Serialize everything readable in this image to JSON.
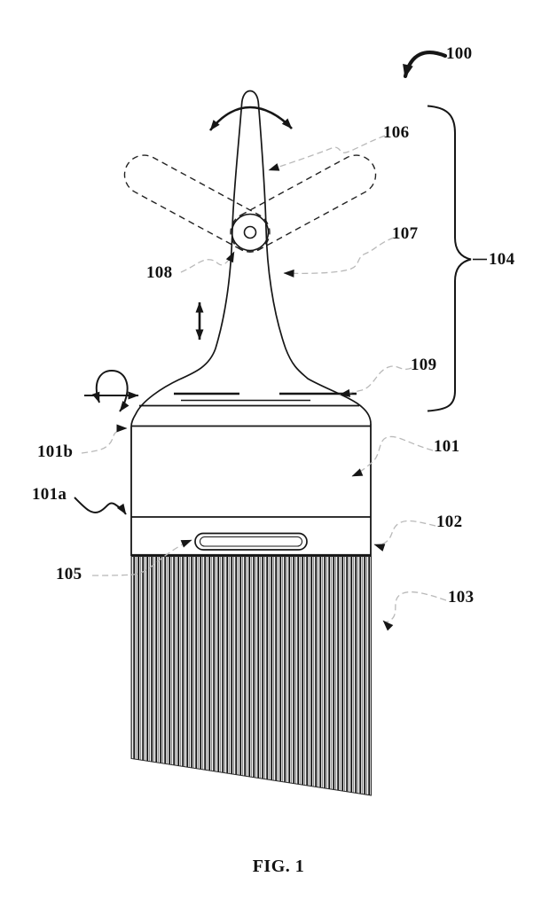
{
  "figure": {
    "caption": "FIG. 1"
  },
  "labels": {
    "n100": "100",
    "n101": "101",
    "n101a": "101a",
    "n101b": "101b",
    "n102": "102",
    "n103": "103",
    "n104": "104",
    "n105": "105",
    "n106": "106",
    "n107": "107",
    "n108": "108",
    "n109": "109"
  },
  "colors": {
    "ink": "#161616",
    "leader": "#b9b9b9",
    "background": "#ffffff"
  }
}
